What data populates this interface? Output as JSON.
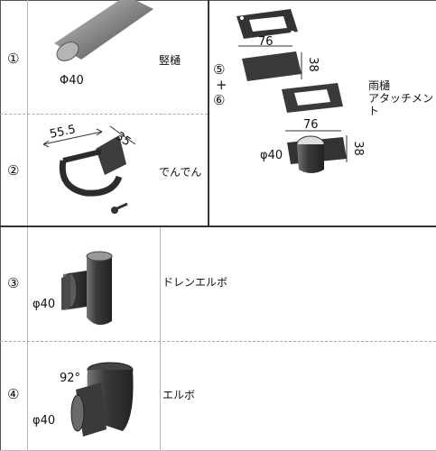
{
  "items": [
    {
      "num": "①",
      "label": "竪樋",
      "dim": "Φ40"
    },
    {
      "num": "②",
      "label": "でんでん",
      "dim_w": "55.5",
      "dim_d": "35"
    },
    {
      "num_a": "⑤",
      "plus": "+",
      "num_b": "⑥",
      "label_line1": "雨樋",
      "label_line2": "アタッチメント",
      "dim_w1": "76",
      "dim_h1": "38",
      "dim_w2": "76",
      "dim_h2": "38",
      "dim_d": "φ40"
    },
    {
      "num": "③",
      "label": "ドレンエルボ",
      "dim": "φ40"
    },
    {
      "num": "④",
      "label": "エルボ",
      "dim": "φ40",
      "angle": "92°"
    }
  ]
}
